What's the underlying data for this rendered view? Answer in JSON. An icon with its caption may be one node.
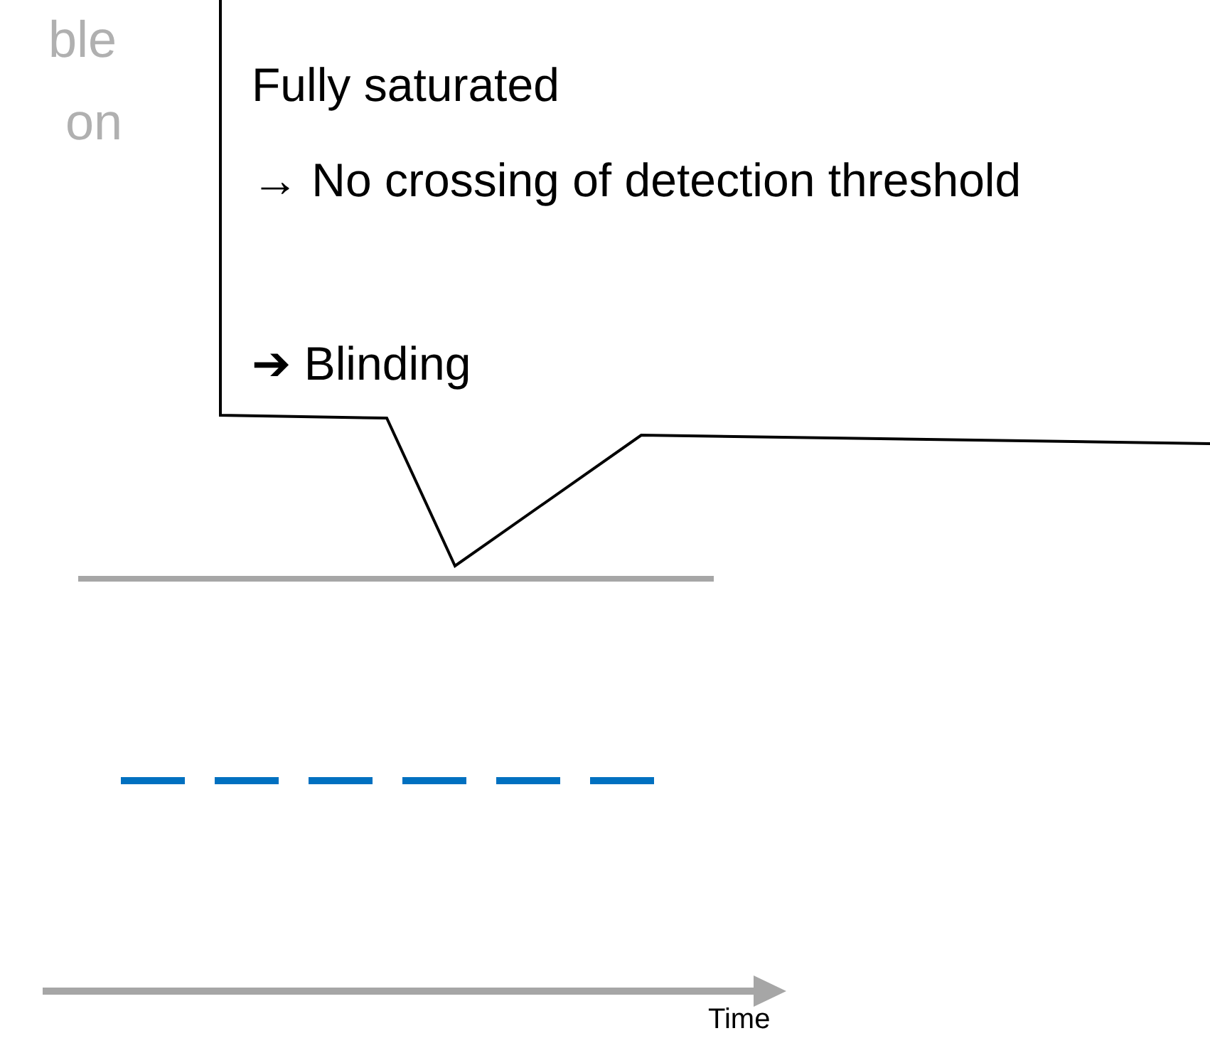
{
  "diagram": {
    "nodes": [
      {
        "text": [
          "Fully saturated",
          "→ No crossing of detection threshold",
          "➔ Blinding"
        ]
      }
    ],
    "labels": [
      "ble",
      "on",
      "Time"
    ]
  }
}
